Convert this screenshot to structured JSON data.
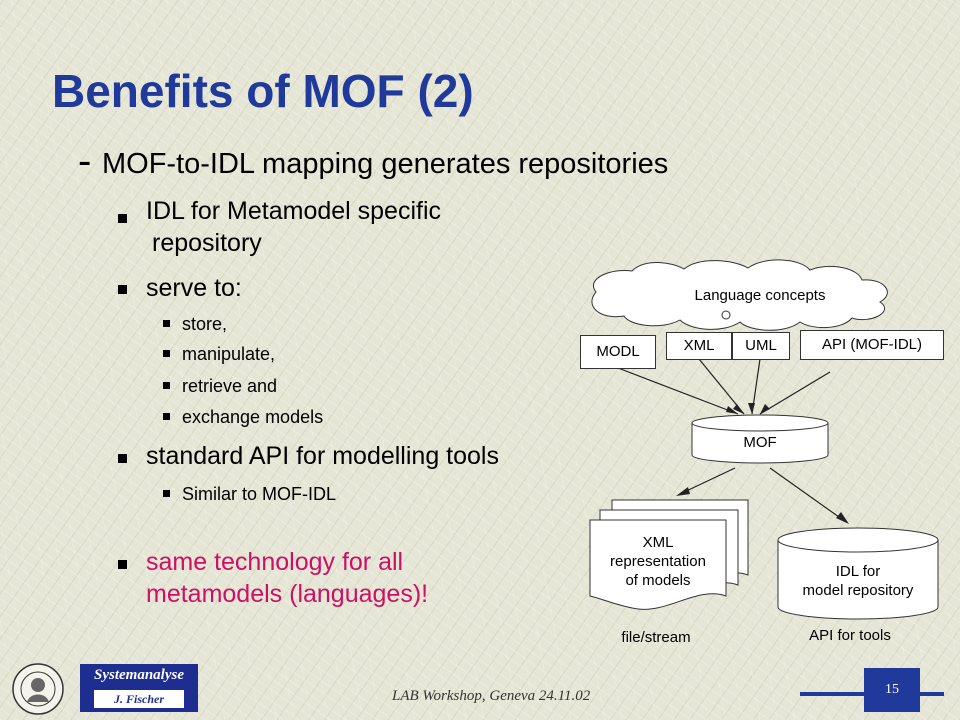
{
  "slide": {
    "title": "Benefits of MOF (2)",
    "subtitle_marker": "-",
    "subtitle": "MOF-to-IDL mapping generates repositories",
    "bullets": [
      {
        "line1": "IDL for Metamodel specific",
        "line2": "repository"
      },
      {
        "text": "serve to:"
      }
    ],
    "sub_bullets": [
      "store,",
      "manipulate,",
      "retrieve and",
      "exchange models"
    ],
    "bullet3": "standard API for modelling tools",
    "sub_bullet3": "Similar to MOF-IDL",
    "highlight": {
      "line1": "same technology for all",
      "line2": "metamodels (languages)!"
    },
    "colors": {
      "title": "#1f3a9a",
      "highlight": "#cc1064",
      "background": "#e6e6d6"
    }
  },
  "diagram": {
    "cloud_label": "Language concepts",
    "boxes": {
      "modl": "MODL",
      "xml": "XML",
      "uml": "UML",
      "api": "API (MOF-IDL)"
    },
    "mof": "MOF",
    "doc_stack": {
      "line1": "XML",
      "line2": "representation",
      "line3": "of models"
    },
    "repository": {
      "line1": "IDL for",
      "line2": "model repository"
    },
    "file_label": "file/stream",
    "api_label": "API for tools"
  },
  "footer": {
    "text": "LAB Workshop, Geneva 24.11.02",
    "page_number": "15",
    "logo": {
      "main": "Systemanalyse",
      "name": "J. Fischer"
    }
  }
}
